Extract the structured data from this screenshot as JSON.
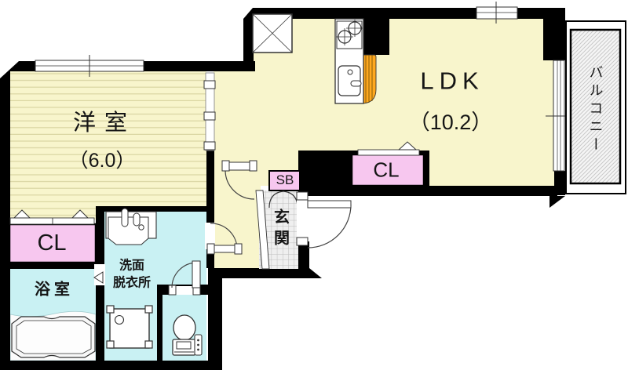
{
  "plan_title": "apartment-floor-plan",
  "rooms": {
    "western_room": {
      "label": "洋室",
      "size_label": "（6.0）"
    },
    "ldk": {
      "label": "LDK",
      "size_label": "（10.2）"
    },
    "balcony": {
      "label": "バルコニー"
    },
    "closet_west": {
      "label": "CL"
    },
    "closet_ldk": {
      "label": "CL"
    },
    "shoe_box": {
      "label": "SB"
    },
    "bathroom": {
      "label": "浴室"
    },
    "washroom": {
      "label": "洗面\n脱衣所"
    },
    "entrance": {
      "label": "玄関"
    }
  },
  "colors": {
    "wall": "#000000",
    "room_yellow": "#F8F5CC",
    "tatami_stripe": "#D9D5A2",
    "water_cyan": "#C9F1F3",
    "closet_pink": "#F7C7EF",
    "counter_orange": "#FFA81E",
    "tile_gray": "#EDEDED",
    "hatch_gray": "#C9C9C9"
  }
}
